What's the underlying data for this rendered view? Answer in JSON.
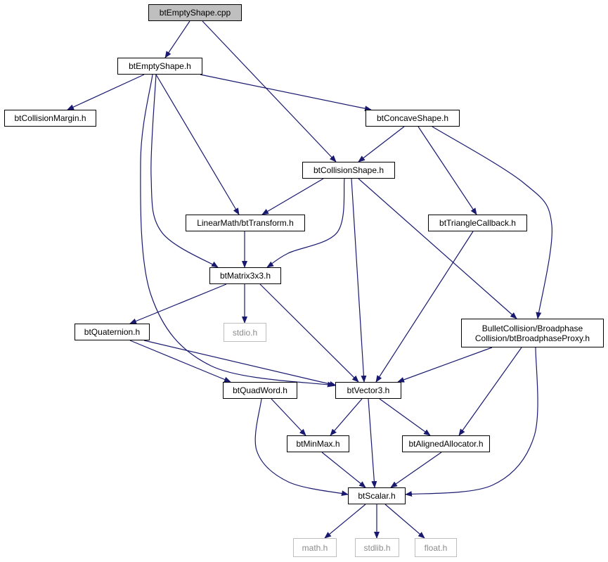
{
  "diagram": {
    "colors": {
      "edge": "#191970",
      "root_fill": "#bfbfbf",
      "system_border": "#bfbfbf",
      "system_text": "#8c8c8c"
    },
    "nodes": [
      {
        "id": "n_cpp",
        "kind": "root",
        "lines": [
          "btEmptyShape.cpp"
        ]
      },
      {
        "id": "n_emptyh",
        "kind": "header",
        "lines": [
          "btEmptyShape.h"
        ]
      },
      {
        "id": "n_margin",
        "kind": "header",
        "lines": [
          "btCollisionMargin.h"
        ]
      },
      {
        "id": "n_concave",
        "kind": "header",
        "lines": [
          "btConcaveShape.h"
        ]
      },
      {
        "id": "n_collshape",
        "kind": "header",
        "lines": [
          "btCollisionShape.h"
        ]
      },
      {
        "id": "n_transform",
        "kind": "header",
        "lines": [
          "LinearMath/btTransform.h"
        ]
      },
      {
        "id": "n_tricb",
        "kind": "header",
        "lines": [
          "btTriangleCallback.h"
        ]
      },
      {
        "id": "n_matrix",
        "kind": "header",
        "lines": [
          "btMatrix3x3.h"
        ]
      },
      {
        "id": "n_stdio",
        "kind": "system",
        "lines": [
          "stdio.h"
        ]
      },
      {
        "id": "n_quat",
        "kind": "header",
        "lines": [
          "btQuaternion.h"
        ]
      },
      {
        "id": "n_proxy",
        "kind": "header",
        "lines": [
          "BulletCollision/Broadphase",
          "Collision/btBroadphaseProxy.h"
        ]
      },
      {
        "id": "n_quadword",
        "kind": "header",
        "lines": [
          "btQuadWord.h"
        ]
      },
      {
        "id": "n_vector",
        "kind": "header",
        "lines": [
          "btVector3.h"
        ]
      },
      {
        "id": "n_minmax",
        "kind": "header",
        "lines": [
          "btMinMax.h"
        ]
      },
      {
        "id": "n_alloc",
        "kind": "header",
        "lines": [
          "btAlignedAllocator.h"
        ]
      },
      {
        "id": "n_scalar",
        "kind": "header",
        "lines": [
          "btScalar.h"
        ]
      },
      {
        "id": "n_math",
        "kind": "system",
        "lines": [
          "math.h"
        ]
      },
      {
        "id": "n_stdlib",
        "kind": "system",
        "lines": [
          "stdlib.h"
        ]
      },
      {
        "id": "n_float",
        "kind": "system",
        "lines": [
          "float.h"
        ]
      }
    ],
    "edges": [
      [
        "n_cpp",
        "n_emptyh"
      ],
      [
        "n_cpp",
        "n_collshape"
      ],
      [
        "n_emptyh",
        "n_margin"
      ],
      [
        "n_emptyh",
        "n_concave"
      ],
      [
        "n_emptyh",
        "n_transform"
      ],
      [
        "n_emptyh",
        "n_matrix"
      ],
      [
        "n_emptyh",
        "n_vector"
      ],
      [
        "n_concave",
        "n_collshape"
      ],
      [
        "n_concave",
        "n_tricb"
      ],
      [
        "n_concave",
        "n_proxy"
      ],
      [
        "n_collshape",
        "n_transform"
      ],
      [
        "n_collshape",
        "n_matrix"
      ],
      [
        "n_collshape",
        "n_vector"
      ],
      [
        "n_collshape",
        "n_proxy"
      ],
      [
        "n_transform",
        "n_matrix"
      ],
      [
        "n_tricb",
        "n_vector"
      ],
      [
        "n_matrix",
        "n_quat"
      ],
      [
        "n_matrix",
        "n_stdio"
      ],
      [
        "n_matrix",
        "n_vector"
      ],
      [
        "n_quat",
        "n_quadword"
      ],
      [
        "n_quat",
        "n_vector"
      ],
      [
        "n_proxy",
        "n_vector"
      ],
      [
        "n_proxy",
        "n_alloc"
      ],
      [
        "n_proxy",
        "n_scalar"
      ],
      [
        "n_quadword",
        "n_minmax"
      ],
      [
        "n_quadword",
        "n_scalar"
      ],
      [
        "n_vector",
        "n_minmax"
      ],
      [
        "n_vector",
        "n_alloc"
      ],
      [
        "n_vector",
        "n_scalar"
      ],
      [
        "n_minmax",
        "n_scalar"
      ],
      [
        "n_alloc",
        "n_scalar"
      ],
      [
        "n_scalar",
        "n_math"
      ],
      [
        "n_scalar",
        "n_stdlib"
      ],
      [
        "n_scalar",
        "n_float"
      ]
    ]
  }
}
